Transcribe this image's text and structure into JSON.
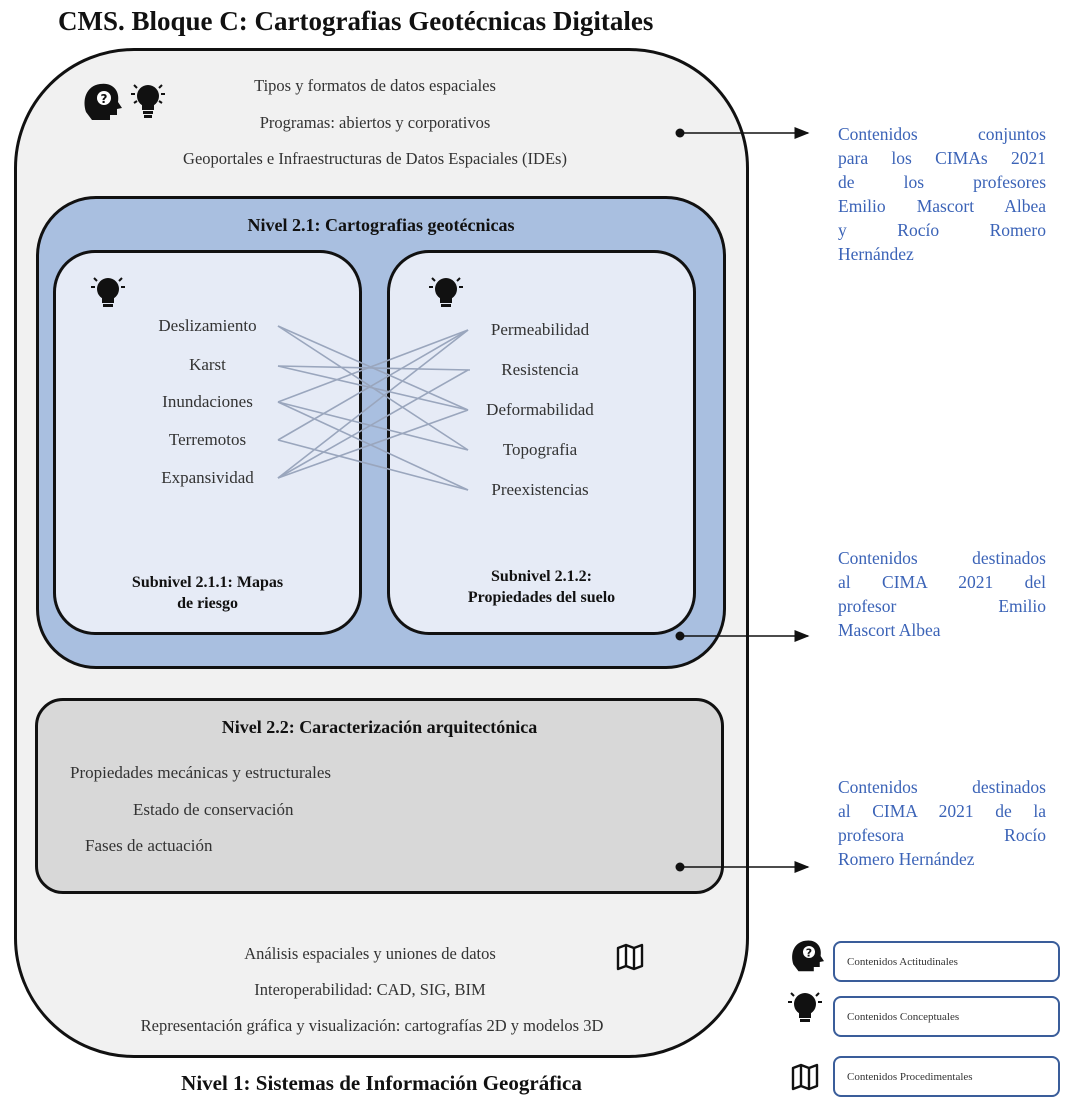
{
  "title": "CMS. Bloque C: Cartografias Geotécnicas Digitales",
  "nivel1": {
    "top_items": [
      "Tipos y formatos de datos espaciales",
      "Programas: abiertos y corporativos",
      "Geoportales e Infraestructuras de Datos Espaciales (IDEs)"
    ],
    "bottom_items": [
      "Análisis espaciales y uniones de datos",
      "Interoperabilidad: CAD, SIG, BIM",
      "Representación gráfica y visualización: cartografías 2D y modelos 3D"
    ],
    "label": "Nivel 1: Sistemas de Información Geográfica"
  },
  "nivel21": {
    "title": "Nivel 2.1: Cartografias geotécnicas",
    "sub1": {
      "items": [
        "Deslizamiento",
        "Karst",
        "Inundaciones",
        "Terremotos",
        "Expansividad"
      ],
      "title_line1": "Subnivel 2.1.1: Mapas",
      "title_line2": "de riesgo"
    },
    "sub2": {
      "items": [
        "Permeabilidad",
        "Resistencia",
        "Deformabilidad",
        "Topografia",
        "Preexistencias"
      ],
      "title_line1": "Subnivel 2.1.2:",
      "title_line2": "Propiedades del suelo"
    }
  },
  "nivel22": {
    "title": "Nivel 2.2: Caracterización arquitectónica",
    "items": [
      "Propiedades mecánicas y estructurales",
      "Estado de conservación",
      "Fases de actuación"
    ]
  },
  "notes": {
    "note1": [
      "Contenidos conjuntos",
      "para los CIMAs 2021",
      "de los profesores",
      "Emilio Mascort Albea",
      "y Rocío Romero",
      "Hernández"
    ],
    "note2": [
      "Contenidos destinados",
      "al CIMA 2021 del",
      "profesor Emilio",
      "Mascort Albea"
    ],
    "note3": [
      "Contenidos destinados",
      "al CIMA 2021 de la",
      "profesora Rocío",
      "Romero Hernández"
    ]
  },
  "legend": {
    "actitudinales": "Contenidos Actitudinales",
    "conceptuales": "Contenidos Conceptuales",
    "procedimentales": "Contenidos Procedimentales"
  },
  "colors": {
    "nivel21_fill": "#a9bfe0",
    "sub_fill": "#e6ebf6",
    "nivel22_fill": "#d8d8d8",
    "note_text": "#3b63b7"
  },
  "icons": {
    "attitudinal": "head-question-icon",
    "conceptual": "lightbulb-icon",
    "procedural": "map-icon"
  }
}
